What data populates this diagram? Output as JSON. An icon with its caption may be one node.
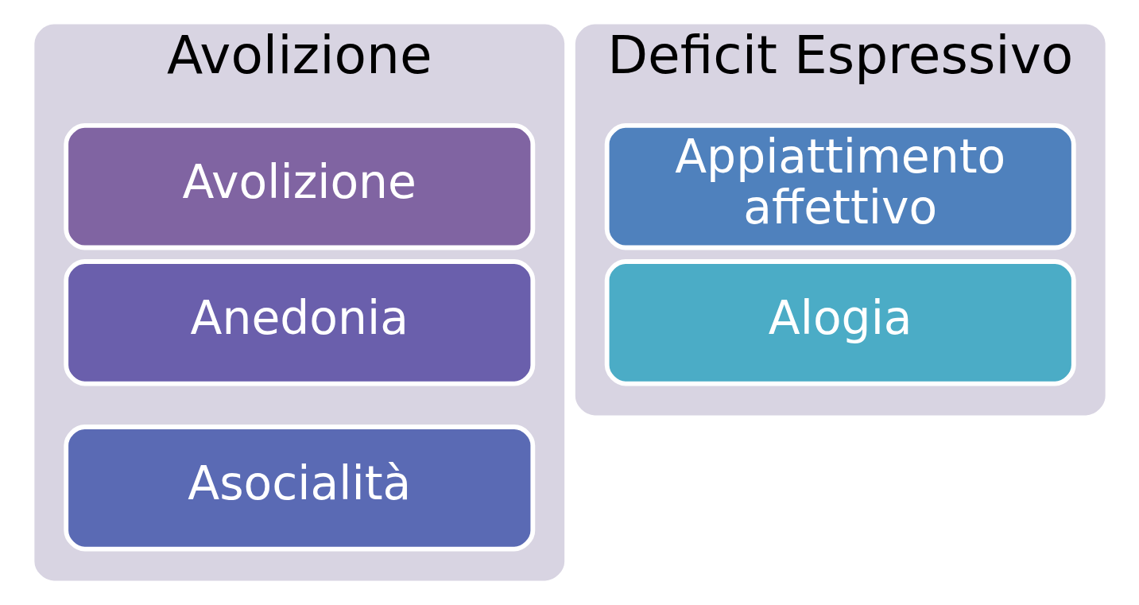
{
  "diagram": {
    "nodes": [
      {
        "text": [
          "Avolizione"
        ]
      },
      {
        "text": [
          "Avolizione"
        ],
        "in": 0
      },
      {
        "text": [
          "Anedonia"
        ],
        "in": 0
      },
      {
        "text": [
          "Asocialità"
        ],
        "in": 0
      },
      {
        "text": [
          "Deficit Espressivo"
        ]
      },
      {
        "text": [
          "Appiattimento affettivo"
        ],
        "in": 4
      },
      {
        "text": [
          "Alogia"
        ],
        "in": 4
      }
    ]
  }
}
